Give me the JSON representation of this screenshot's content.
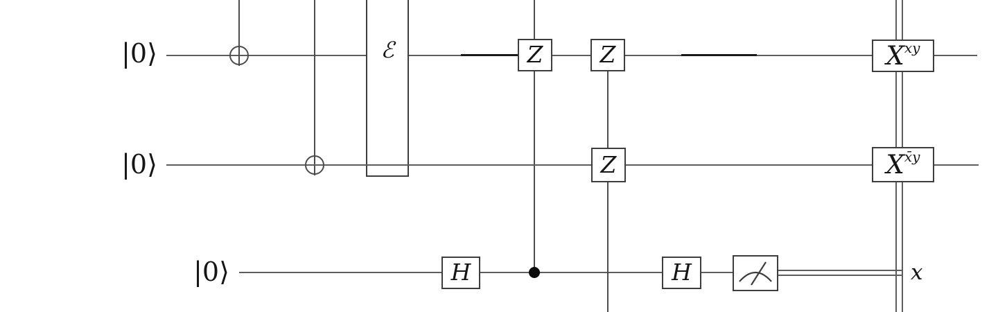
{
  "figure": {
    "type": "quantum-circuit-fragment",
    "colors": {
      "background": "#ffffff",
      "wire": "#5d5d5d",
      "wire_dark": "#1a1a1a",
      "box_border": "#3d3d3d",
      "text": "#151515"
    },
    "wires": [
      {
        "label": "|0⟩"
      },
      {
        "label": "|0⟩"
      },
      {
        "label": "|0⟩"
      }
    ],
    "gates": {
      "channel": {
        "label": "ℰ"
      },
      "cz_z_top": {
        "label": "Z"
      },
      "zz_top": {
        "label": "Z"
      },
      "zz_bottom": {
        "label": "Z"
      },
      "x_corr_top": {
        "base": "X",
        "sup": "xy"
      },
      "x_corr_bottom": {
        "base": "X",
        "sup": "x̄y"
      },
      "h_pre": {
        "label": "H"
      },
      "h_post": {
        "label": "H"
      }
    },
    "measurement": {
      "result_label": "x"
    }
  }
}
